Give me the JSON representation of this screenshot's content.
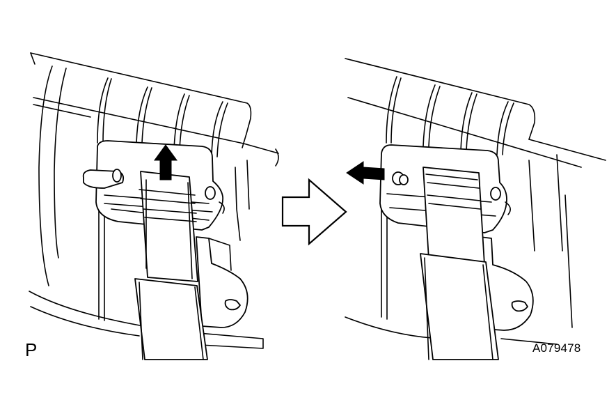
{
  "labels": {
    "view_marker": "P",
    "figure_code": "A079478"
  },
  "colors": {
    "ink": "#000000",
    "background": "#ffffff"
  },
  "panels": [
    {
      "name": "step-1",
      "action_arrow": "up-arrow"
    },
    {
      "name": "step-2",
      "action_arrow": "left-arrow"
    }
  ],
  "transition_icon": "outline-right-arrow"
}
